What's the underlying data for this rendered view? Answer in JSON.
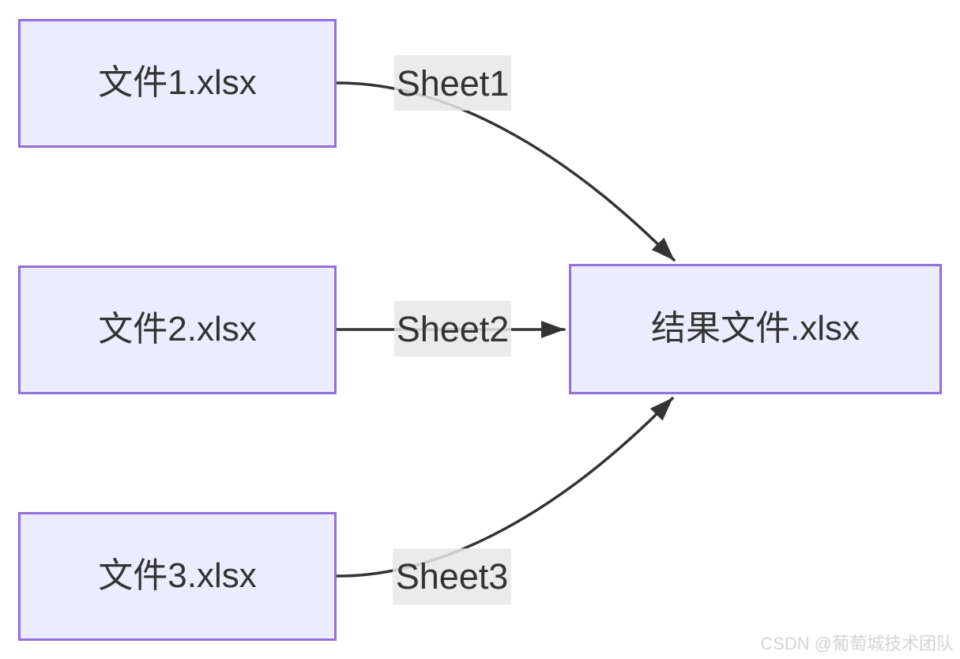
{
  "diagram": {
    "type": "flowchart",
    "direction": "left-to-right",
    "nodes": {
      "file1": {
        "label": "文件1.xlsx"
      },
      "file2": {
        "label": "文件2.xlsx"
      },
      "file3": {
        "label": "文件3.xlsx"
      },
      "result": {
        "label": "结果文件.xlsx"
      }
    },
    "edges": [
      {
        "from": "file1",
        "to": "result",
        "label": "Sheet1"
      },
      {
        "from": "file2",
        "to": "result",
        "label": "Sheet2"
      },
      {
        "from": "file3",
        "to": "result",
        "label": "Sheet3"
      }
    ],
    "colors": {
      "node_fill": "#ECECFF",
      "node_border": "#9370DB",
      "edge_stroke": "#333333",
      "edge_label_bg": "#E8E8E8",
      "text": "#333333"
    }
  },
  "watermark": {
    "text": "CSDN @葡萄城技术团队",
    "color": "#D5D5D5"
  }
}
